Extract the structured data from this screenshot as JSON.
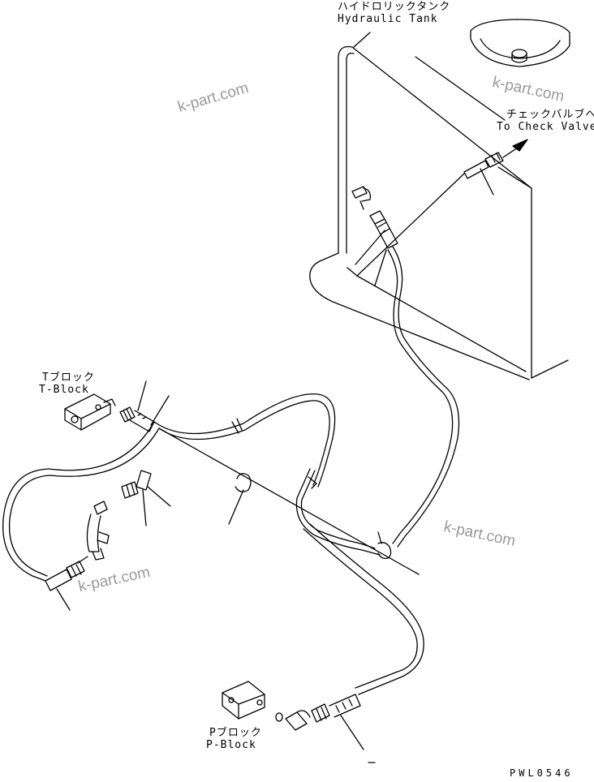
{
  "labels": {
    "hydraulic_tank_jp": "ハイドロリックタンク",
    "hydraulic_tank_en": "Hydraulic Tank",
    "check_valve_jp": "チェックバルブへ",
    "check_valve_en": "To Check Valve",
    "t_block_jp": "Tブロック",
    "t_block_en": "T-Block",
    "p_block_jp": "Pブロック",
    "p_block_en": "P-Block"
  },
  "watermarks": [
    "k-part.com",
    "k-part.com",
    "k-part.com",
    "k-part.com"
  ],
  "drawing_code": "PWL0546"
}
